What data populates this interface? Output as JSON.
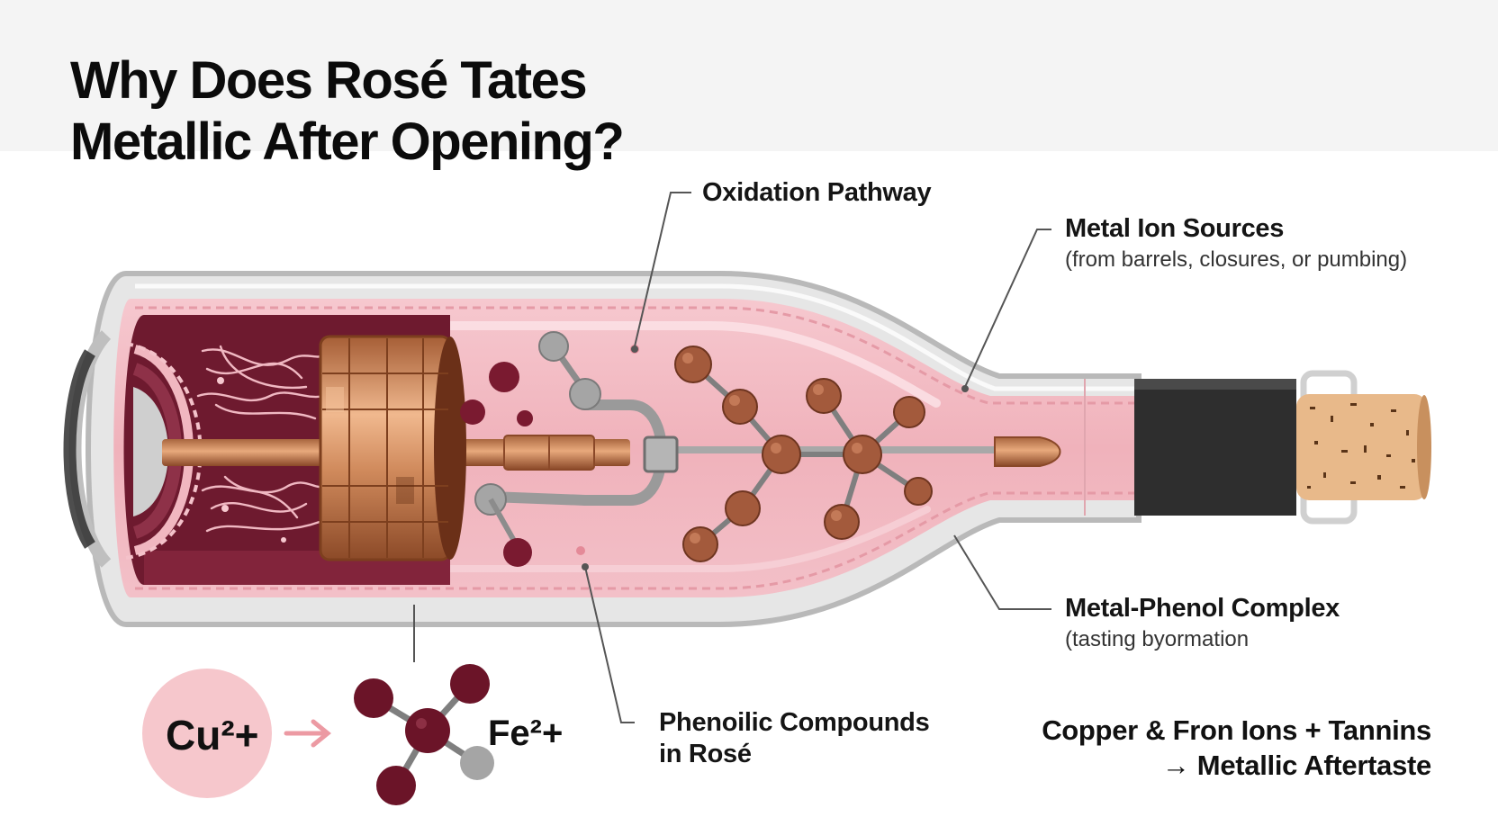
{
  "title": {
    "line1": "Why Does Rosé Tates",
    "line2": "Metallic After Opening?"
  },
  "labels": {
    "oxidation": "Oxidation Pathway",
    "metal_sources": "Metal Ion Sources",
    "metal_sources_sub": "(from barrels, closures, or pumbing)",
    "complex": "Metal-Phenol Complex",
    "complex_sub": "(tasting byormation",
    "phenolic_line1": "Phenoilic Compounds",
    "phenolic_line2": "in Rosé"
  },
  "ions": {
    "copper": "Cu²+",
    "iron": "Fe²+"
  },
  "equation": {
    "line1": "Copper & Fron Ions + Tannins",
    "line2": "→ Metallic Aftertaste"
  },
  "colors": {
    "rose_liquid": "#f2bcc4",
    "wine_dark": "#6e1a2f",
    "copper": "#c98a5e",
    "glass": "#d4d4d4",
    "cork": "#e8b98a",
    "capsule": "#2e2e2e",
    "molecule_brown": "#a35a3c",
    "molecule_dark": "#6b1428",
    "ion_circle": "#f6c7cc"
  }
}
